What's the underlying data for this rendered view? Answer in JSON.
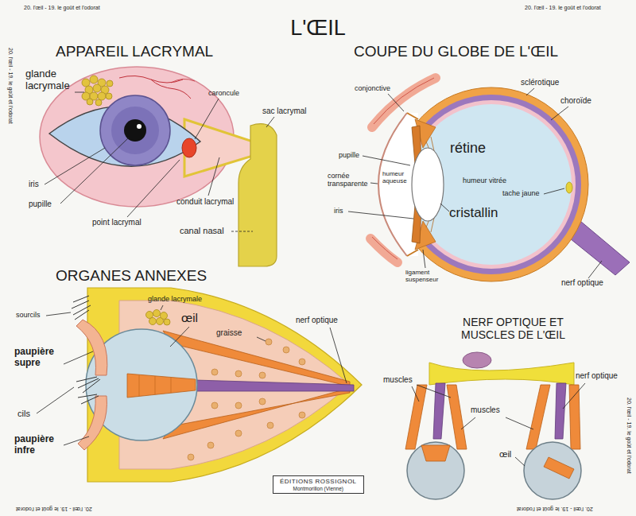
{
  "diagram": {
    "title": "L'ŒIL",
    "nodes": [
      {
        "text": [
          "ÉDITIONS ROSSIGNOL",
          "Montmorillon (Vienne)"
        ]
      }
    ],
    "labels": [
      "20. l'œil - 19. le goût et l'odorat",
      "20. l'œil - 19. le goût et l'odorat",
      "20. l'œil - 19. le goût et l'odorat",
      "20. l'œil - 19. le goût et l'odorat",
      "20. l'œil - 19. le goût et l'odorat",
      "20. l'œil - 19. le goût et l'odorat",
      "APPAREIL LACRYMAL",
      "COUPE DU GLOBE DE L'ŒIL",
      "glande lacrymale",
      "caroncule",
      "sac lacrymal",
      "iris",
      "pupille",
      "conduit lacrymal",
      "point lacrymal",
      "canal nasal",
      "conjonctive",
      "sclérotique",
      "choroïde",
      "rétine",
      "pupille",
      "humeur aqueuse",
      "humeur vitrée",
      "cornée transparente",
      "tache jaune",
      "cristallin",
      "iris",
      "ligament suspenseur",
      "nerf optique",
      "ORGANES ANNEXES",
      "glande lacrymale",
      "sourcils",
      "œil",
      "paupière supre",
      "graisse",
      "nerf optique",
      "cils",
      "paupière infre",
      "NERF OPTIQUE ET MUSCLES DE L'ŒIL",
      "muscles",
      "nerf optique",
      "muscles",
      "œil"
    ]
  }
}
